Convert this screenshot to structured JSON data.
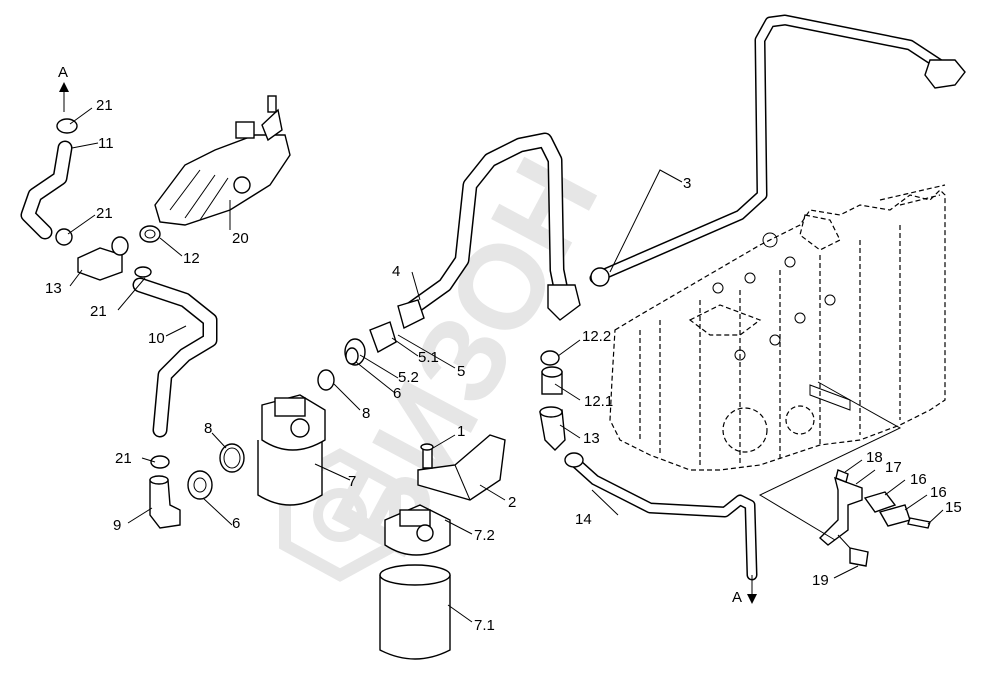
{
  "watermark": "БИЗОН",
  "arrow_labels": [
    "A",
    "A"
  ],
  "callouts": [
    "1",
    "2",
    "3",
    "4",
    "5",
    "5.1",
    "5.2",
    "6",
    "6",
    "7",
    "7.1",
    "7.2",
    "8",
    "8",
    "9",
    "10",
    "11",
    "12",
    "12.1",
    "12.2",
    "13",
    "13",
    "14",
    "15",
    "16",
    "16",
    "17",
    "18",
    "19",
    "20",
    "21",
    "21",
    "21",
    "21"
  ]
}
